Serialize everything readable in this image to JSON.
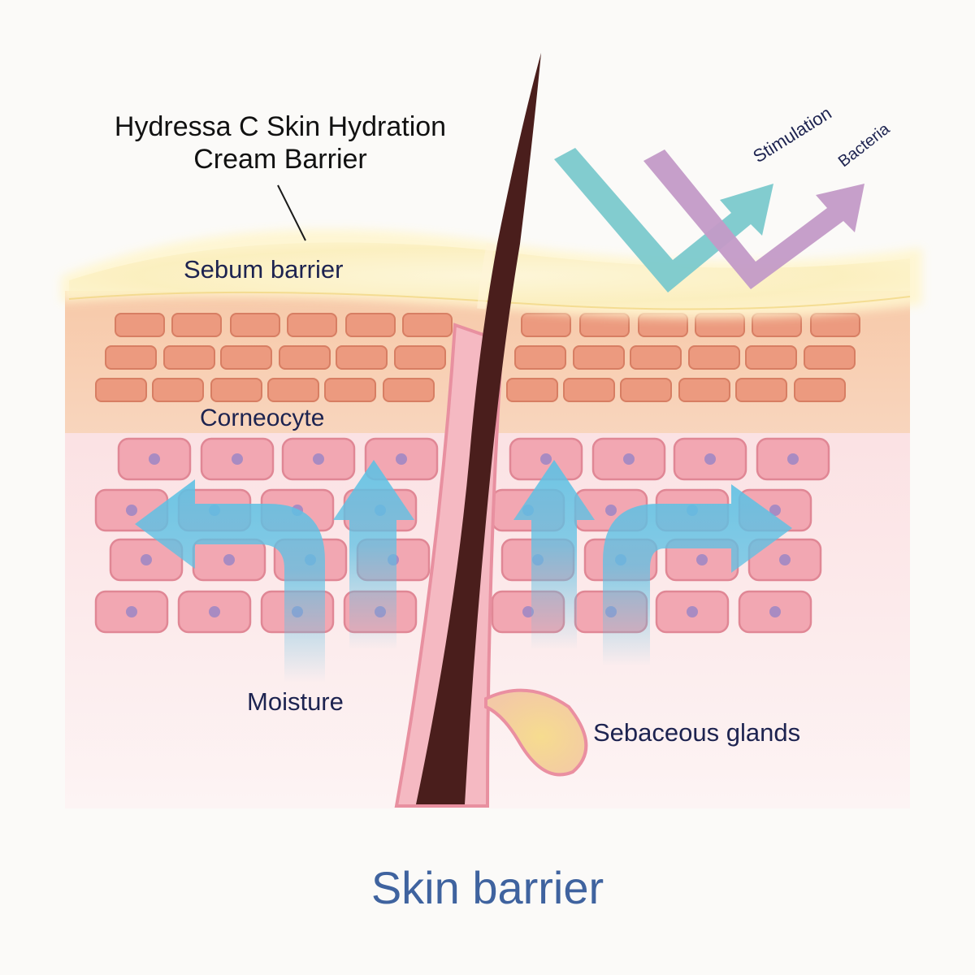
{
  "labels": {
    "cream_line1": "Hydressa C Skin Hydration",
    "cream_line2": "Cream Barrier",
    "sebum": "Sebum barrier",
    "corneocyte": "Corneocyte",
    "moisture": "Moisture",
    "sebaceous": "Sebaceous glands",
    "stimulation": "Stimulation",
    "bacteria": "Bacteria",
    "title": "Skin barrier"
  },
  "colors": {
    "cell_fill": "#f2a7b2",
    "nucleus": "#a98bc2",
    "corneocyte_fill": "#ec9a7f",
    "sebum_glow": "#fbf1c2",
    "hair": "#4a1e1c",
    "moisture_arrow": "#5ec1e4",
    "stimulation_arrow": "#7bc9cc",
    "bacteria_arrow": "#c39ac7",
    "title": "#3f639f"
  },
  "icons": [
    "moisture-arrow-icon",
    "stimulation-arrow-icon",
    "bacteria-arrow-icon",
    "hair-icon",
    "sebaceous-gland-icon"
  ]
}
